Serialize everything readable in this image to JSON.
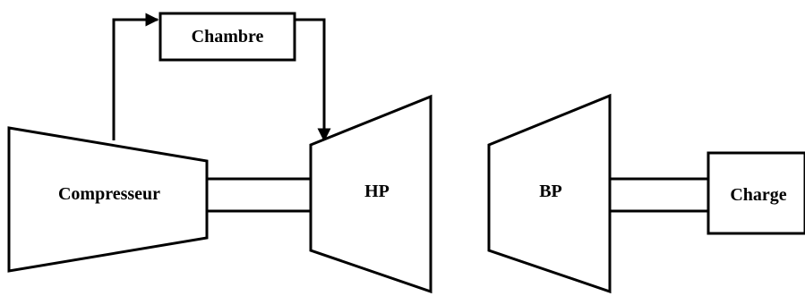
{
  "labels": {
    "chamber": "Chambre",
    "compressor": "Compresseur",
    "hp_turbine": "HP",
    "bp_turbine": "BP",
    "load": "Charge"
  },
  "colors": {
    "stroke": "#000000",
    "fill": "#ffffff"
  }
}
